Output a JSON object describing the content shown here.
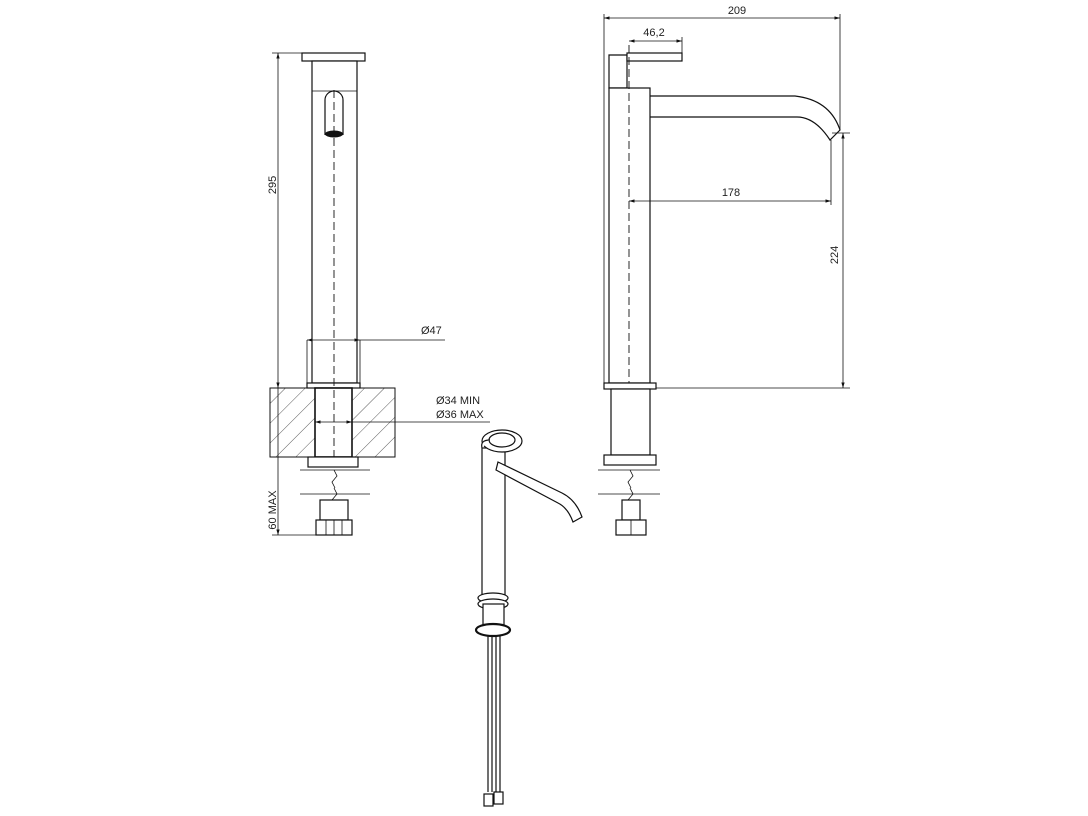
{
  "drawing": {
    "front_view": {
      "height_label": "295",
      "body_diameter_label": "Ø47",
      "hole_min_label": "Ø34 MIN",
      "hole_max_label": "Ø36 MAX",
      "max_thickness_label": "60 MAX"
    },
    "side_view": {
      "overall_width_label": "209",
      "handle_width_label": "46,2",
      "spout_reach_label": "178",
      "spout_height_label": "224"
    },
    "colors": {
      "line": "#111111",
      "background": "#ffffff"
    }
  }
}
